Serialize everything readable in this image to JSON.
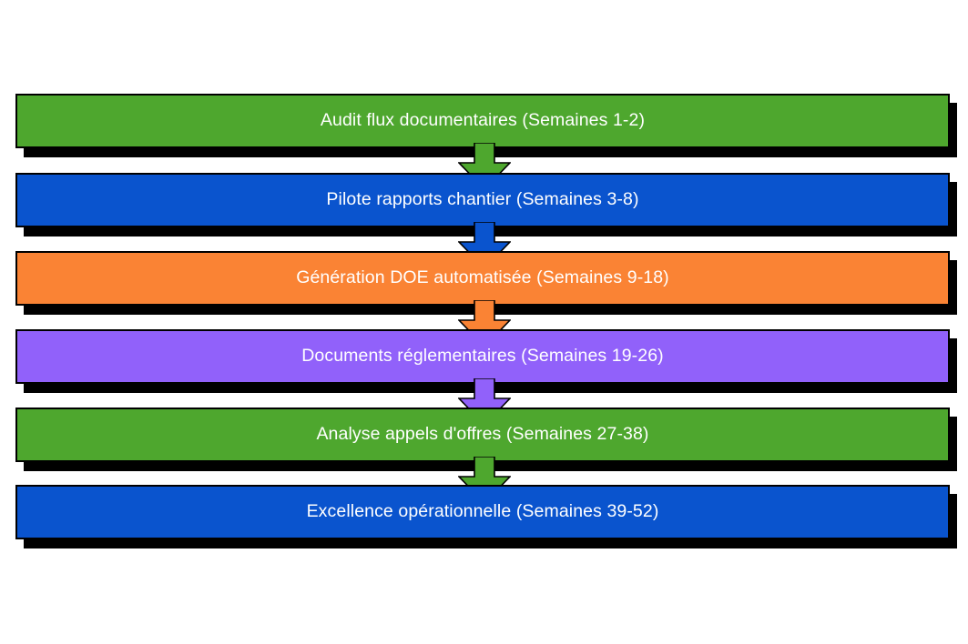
{
  "diagram": {
    "type": "flowchart",
    "orientation": "vertical",
    "title": "",
    "background_color": "#ffffff",
    "text_color": "#ffffff",
    "border_color": "#000000",
    "shadow_color": "#000000",
    "stages": [
      {
        "id": "stage-1",
        "label": "Audit flux documentaires (Semaines 1-2)",
        "phase": "Audit flux documentaires",
        "weeks": "Semaines 1-2",
        "week_start": 1,
        "week_end": 2,
        "color": "#4EA72E"
      },
      {
        "id": "stage-2",
        "label": "Pilote rapports chantier (Semaines 3-8)",
        "phase": "Pilote rapports chantier",
        "weeks": "Semaines 3-8",
        "week_start": 3,
        "week_end": 8,
        "color": "#0A54CE"
      },
      {
        "id": "stage-3",
        "label": "Génération DOE automatisée (Semaines 9-18)",
        "phase": "Génération DOE automatisée",
        "weeks": "Semaines 9-18",
        "week_start": 9,
        "week_end": 18,
        "color": "#FA8334"
      },
      {
        "id": "stage-4",
        "label": "Documents réglementaires (Semaines 19-26)",
        "phase": "Documents réglementaires",
        "weeks": "Semaines 19-26",
        "week_start": 19,
        "week_end": 26,
        "color": "#9161FA"
      },
      {
        "id": "stage-5",
        "label": "Analyse appels d'offres (Semaines 27-38)",
        "phase": "Analyse appels d'offres",
        "weeks": "Semaines 27-38",
        "week_start": 27,
        "week_end": 38,
        "color": "#4EA72E"
      },
      {
        "id": "stage-6",
        "label": "Excellence opérationnelle (Semaines 39-52)",
        "phase": "Excellence opérationnelle",
        "weeks": "Semaines 39-52",
        "week_start": 39,
        "week_end": 52,
        "color": "#0A54CE"
      }
    ],
    "connectors": [
      {
        "id": "arrow-1-2",
        "from": "stage-1",
        "to": "stage-2",
        "color": "#4EA72E",
        "icon": "down-arrow-icon"
      },
      {
        "id": "arrow-2-3",
        "from": "stage-2",
        "to": "stage-3",
        "color": "#0A54CE",
        "icon": "down-arrow-icon"
      },
      {
        "id": "arrow-3-4",
        "from": "stage-3",
        "to": "stage-4",
        "color": "#FA8334",
        "icon": "down-arrow-icon"
      },
      {
        "id": "arrow-4-5",
        "from": "stage-4",
        "to": "stage-5",
        "color": "#9161FA",
        "icon": "down-arrow-icon"
      },
      {
        "id": "arrow-5-6",
        "from": "stage-5",
        "to": "stage-6",
        "color": "#4EA72E",
        "icon": "down-arrow-icon"
      }
    ]
  }
}
